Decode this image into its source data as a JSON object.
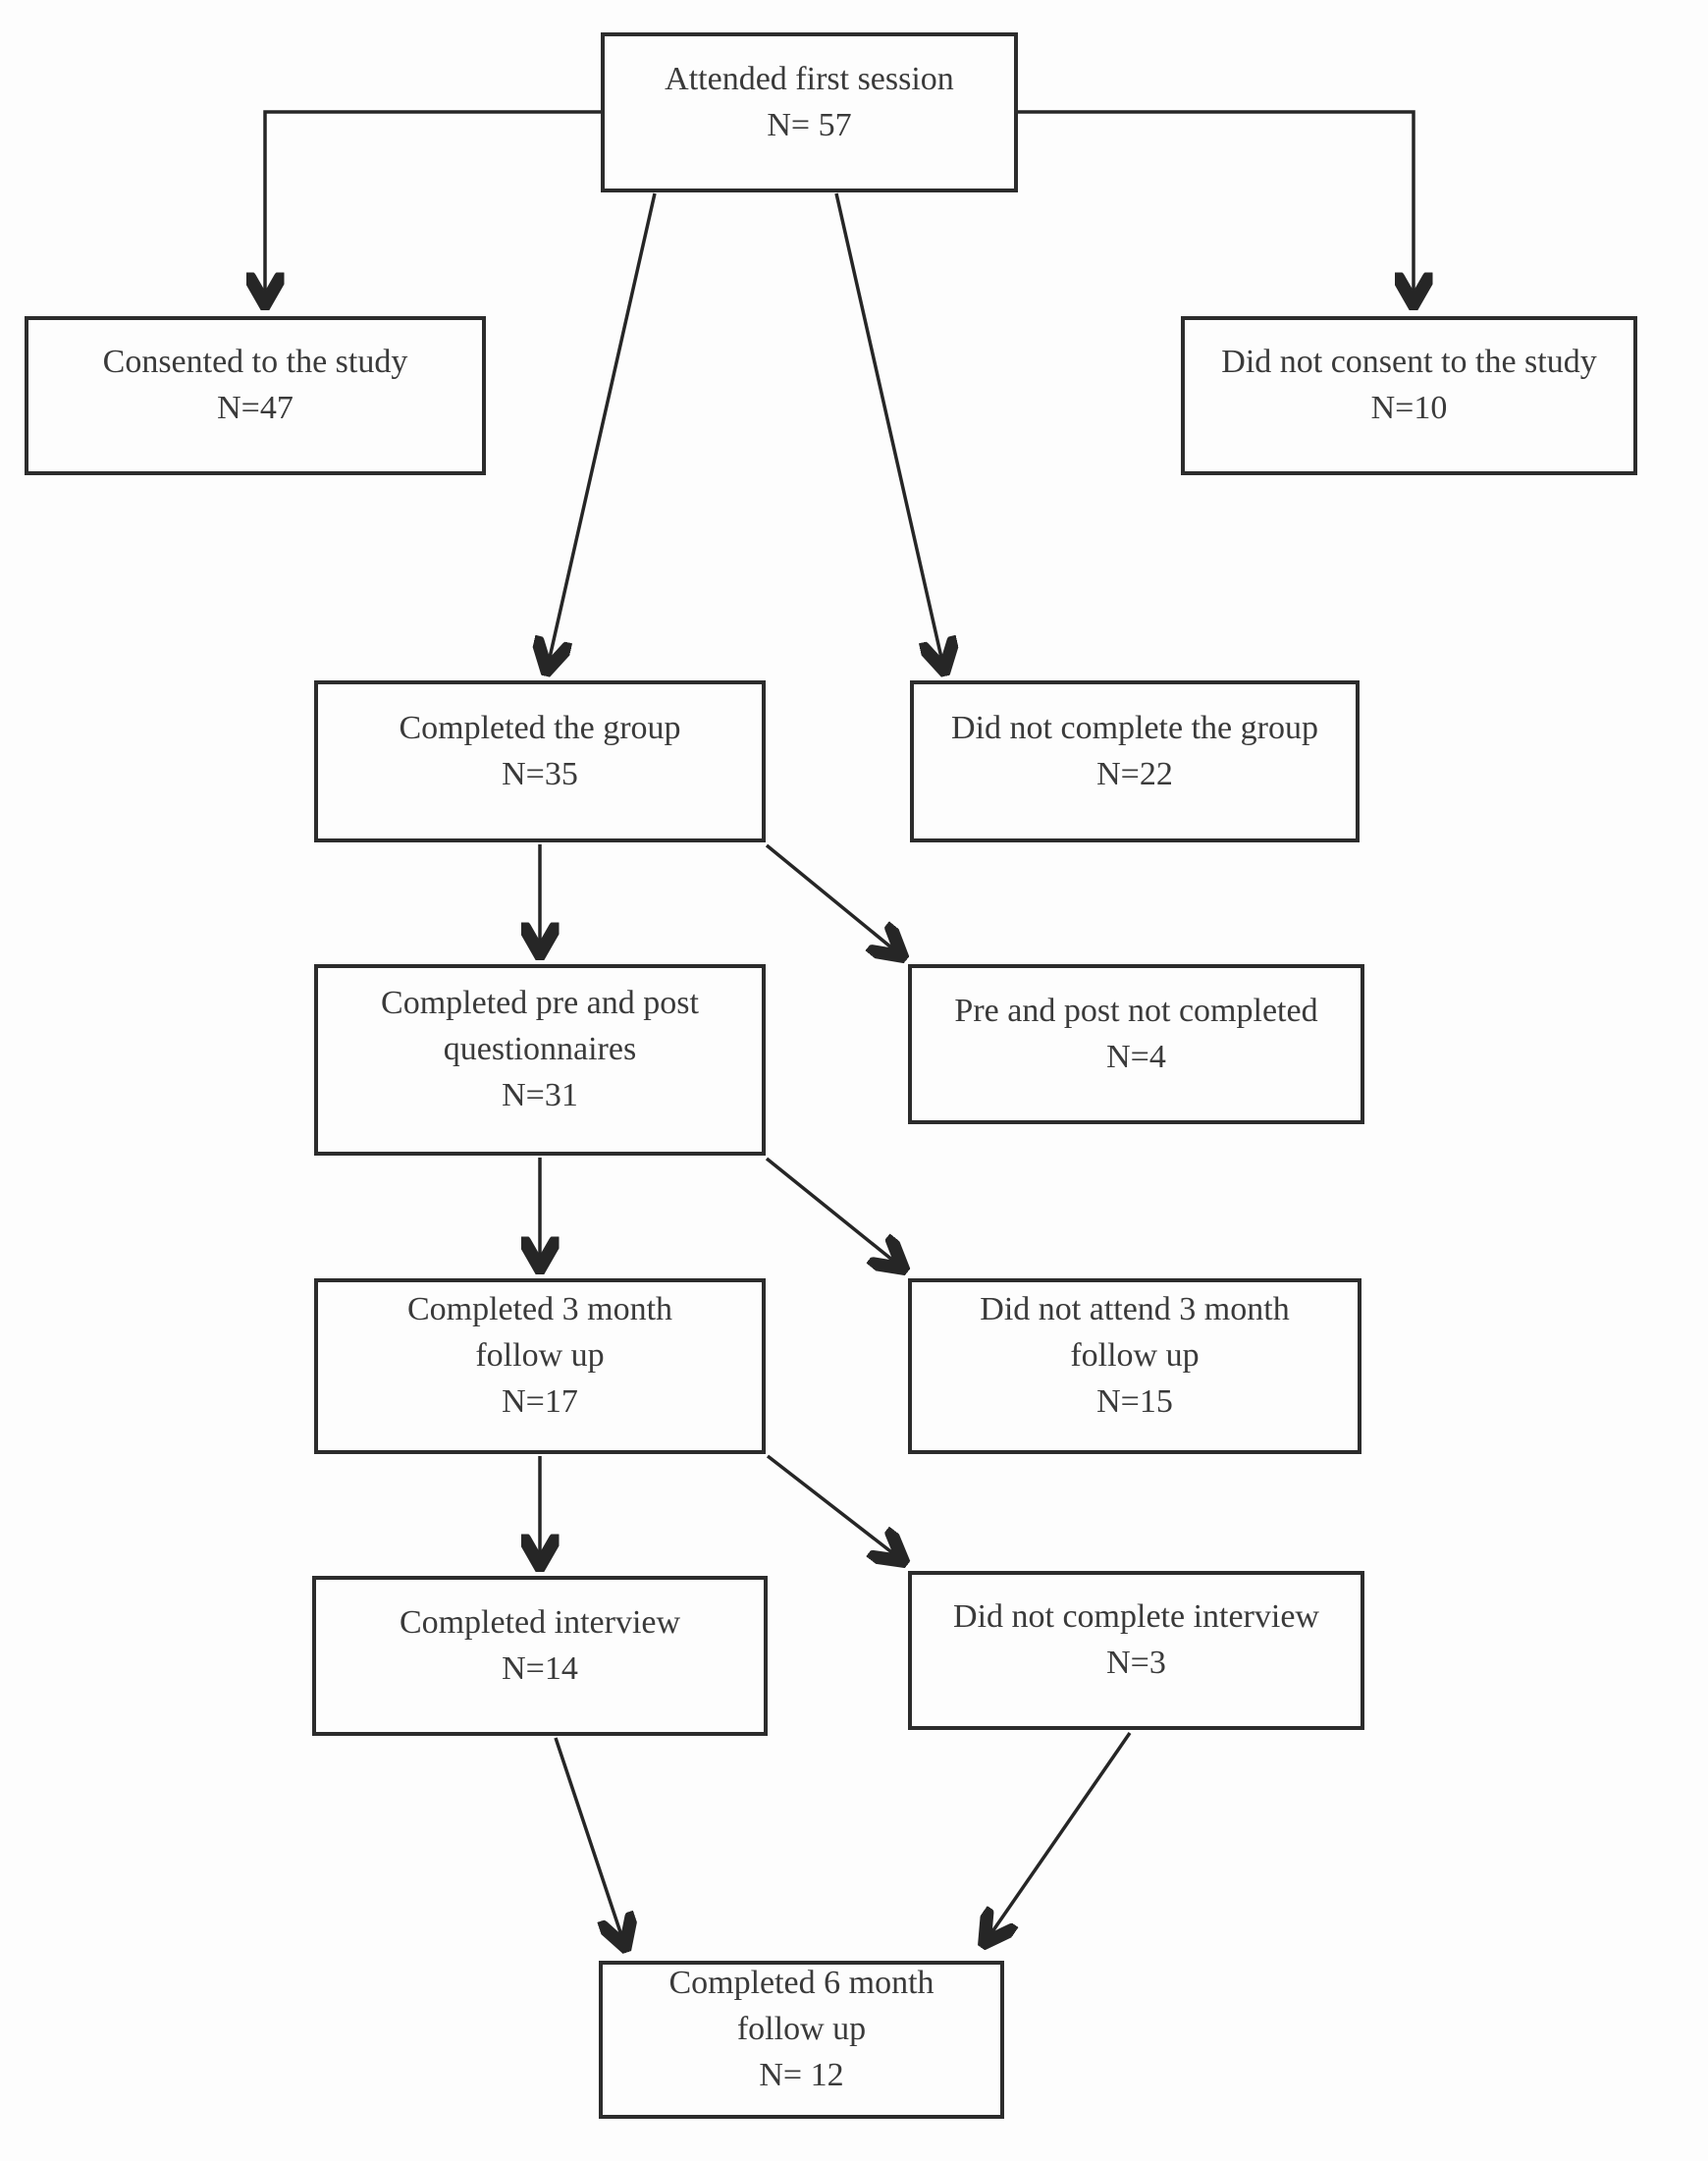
{
  "diagram": {
    "type": "flowchart",
    "colors": {
      "line": "#262626",
      "box_border": "#2c2c2c",
      "text": "#3a3a3a",
      "background": "#fdfdfd"
    },
    "nodes": [
      {
        "id": "attended",
        "label": "Attended first session",
        "n": "N= 57"
      },
      {
        "id": "consented",
        "label": "Consented to the study",
        "n": "N=47"
      },
      {
        "id": "not-consented",
        "label": "Did not consent to the study",
        "n": "N=10"
      },
      {
        "id": "completed-group",
        "label": "Completed the group",
        "n": "N=35"
      },
      {
        "id": "not-completed-group",
        "label": "Did not complete the group",
        "n": "N=22"
      },
      {
        "id": "pre-post",
        "label": "Completed pre and post\nquestionnaires",
        "n": "N=31"
      },
      {
        "id": "pre-post-not",
        "label": "Pre and post not completed",
        "n": "N=4"
      },
      {
        "id": "fu3",
        "label": "Completed 3 month\nfollow up",
        "n": "N=17"
      },
      {
        "id": "fu3-not",
        "label": "Did not attend 3 month\nfollow up",
        "n": "N=15"
      },
      {
        "id": "interview",
        "label": "Completed interview",
        "n": "N=14"
      },
      {
        "id": "interview-not",
        "label": "Did not complete interview",
        "n": "N=3"
      },
      {
        "id": "fu6",
        "label": "Completed 6 month\nfollow up",
        "n": "N= 12"
      }
    ],
    "edges": [
      {
        "from": "attended",
        "to": "consented"
      },
      {
        "from": "attended",
        "to": "not-consented"
      },
      {
        "from": "attended",
        "to": "completed-group"
      },
      {
        "from": "attended",
        "to": "not-completed-group"
      },
      {
        "from": "completed-group",
        "to": "pre-post"
      },
      {
        "from": "completed-group",
        "to": "pre-post-not"
      },
      {
        "from": "pre-post",
        "to": "fu3"
      },
      {
        "from": "pre-post",
        "to": "fu3-not"
      },
      {
        "from": "fu3",
        "to": "interview"
      },
      {
        "from": "fu3",
        "to": "interview-not"
      },
      {
        "from": "interview",
        "to": "fu6"
      },
      {
        "from": "interview-not",
        "to": "fu6"
      }
    ]
  }
}
